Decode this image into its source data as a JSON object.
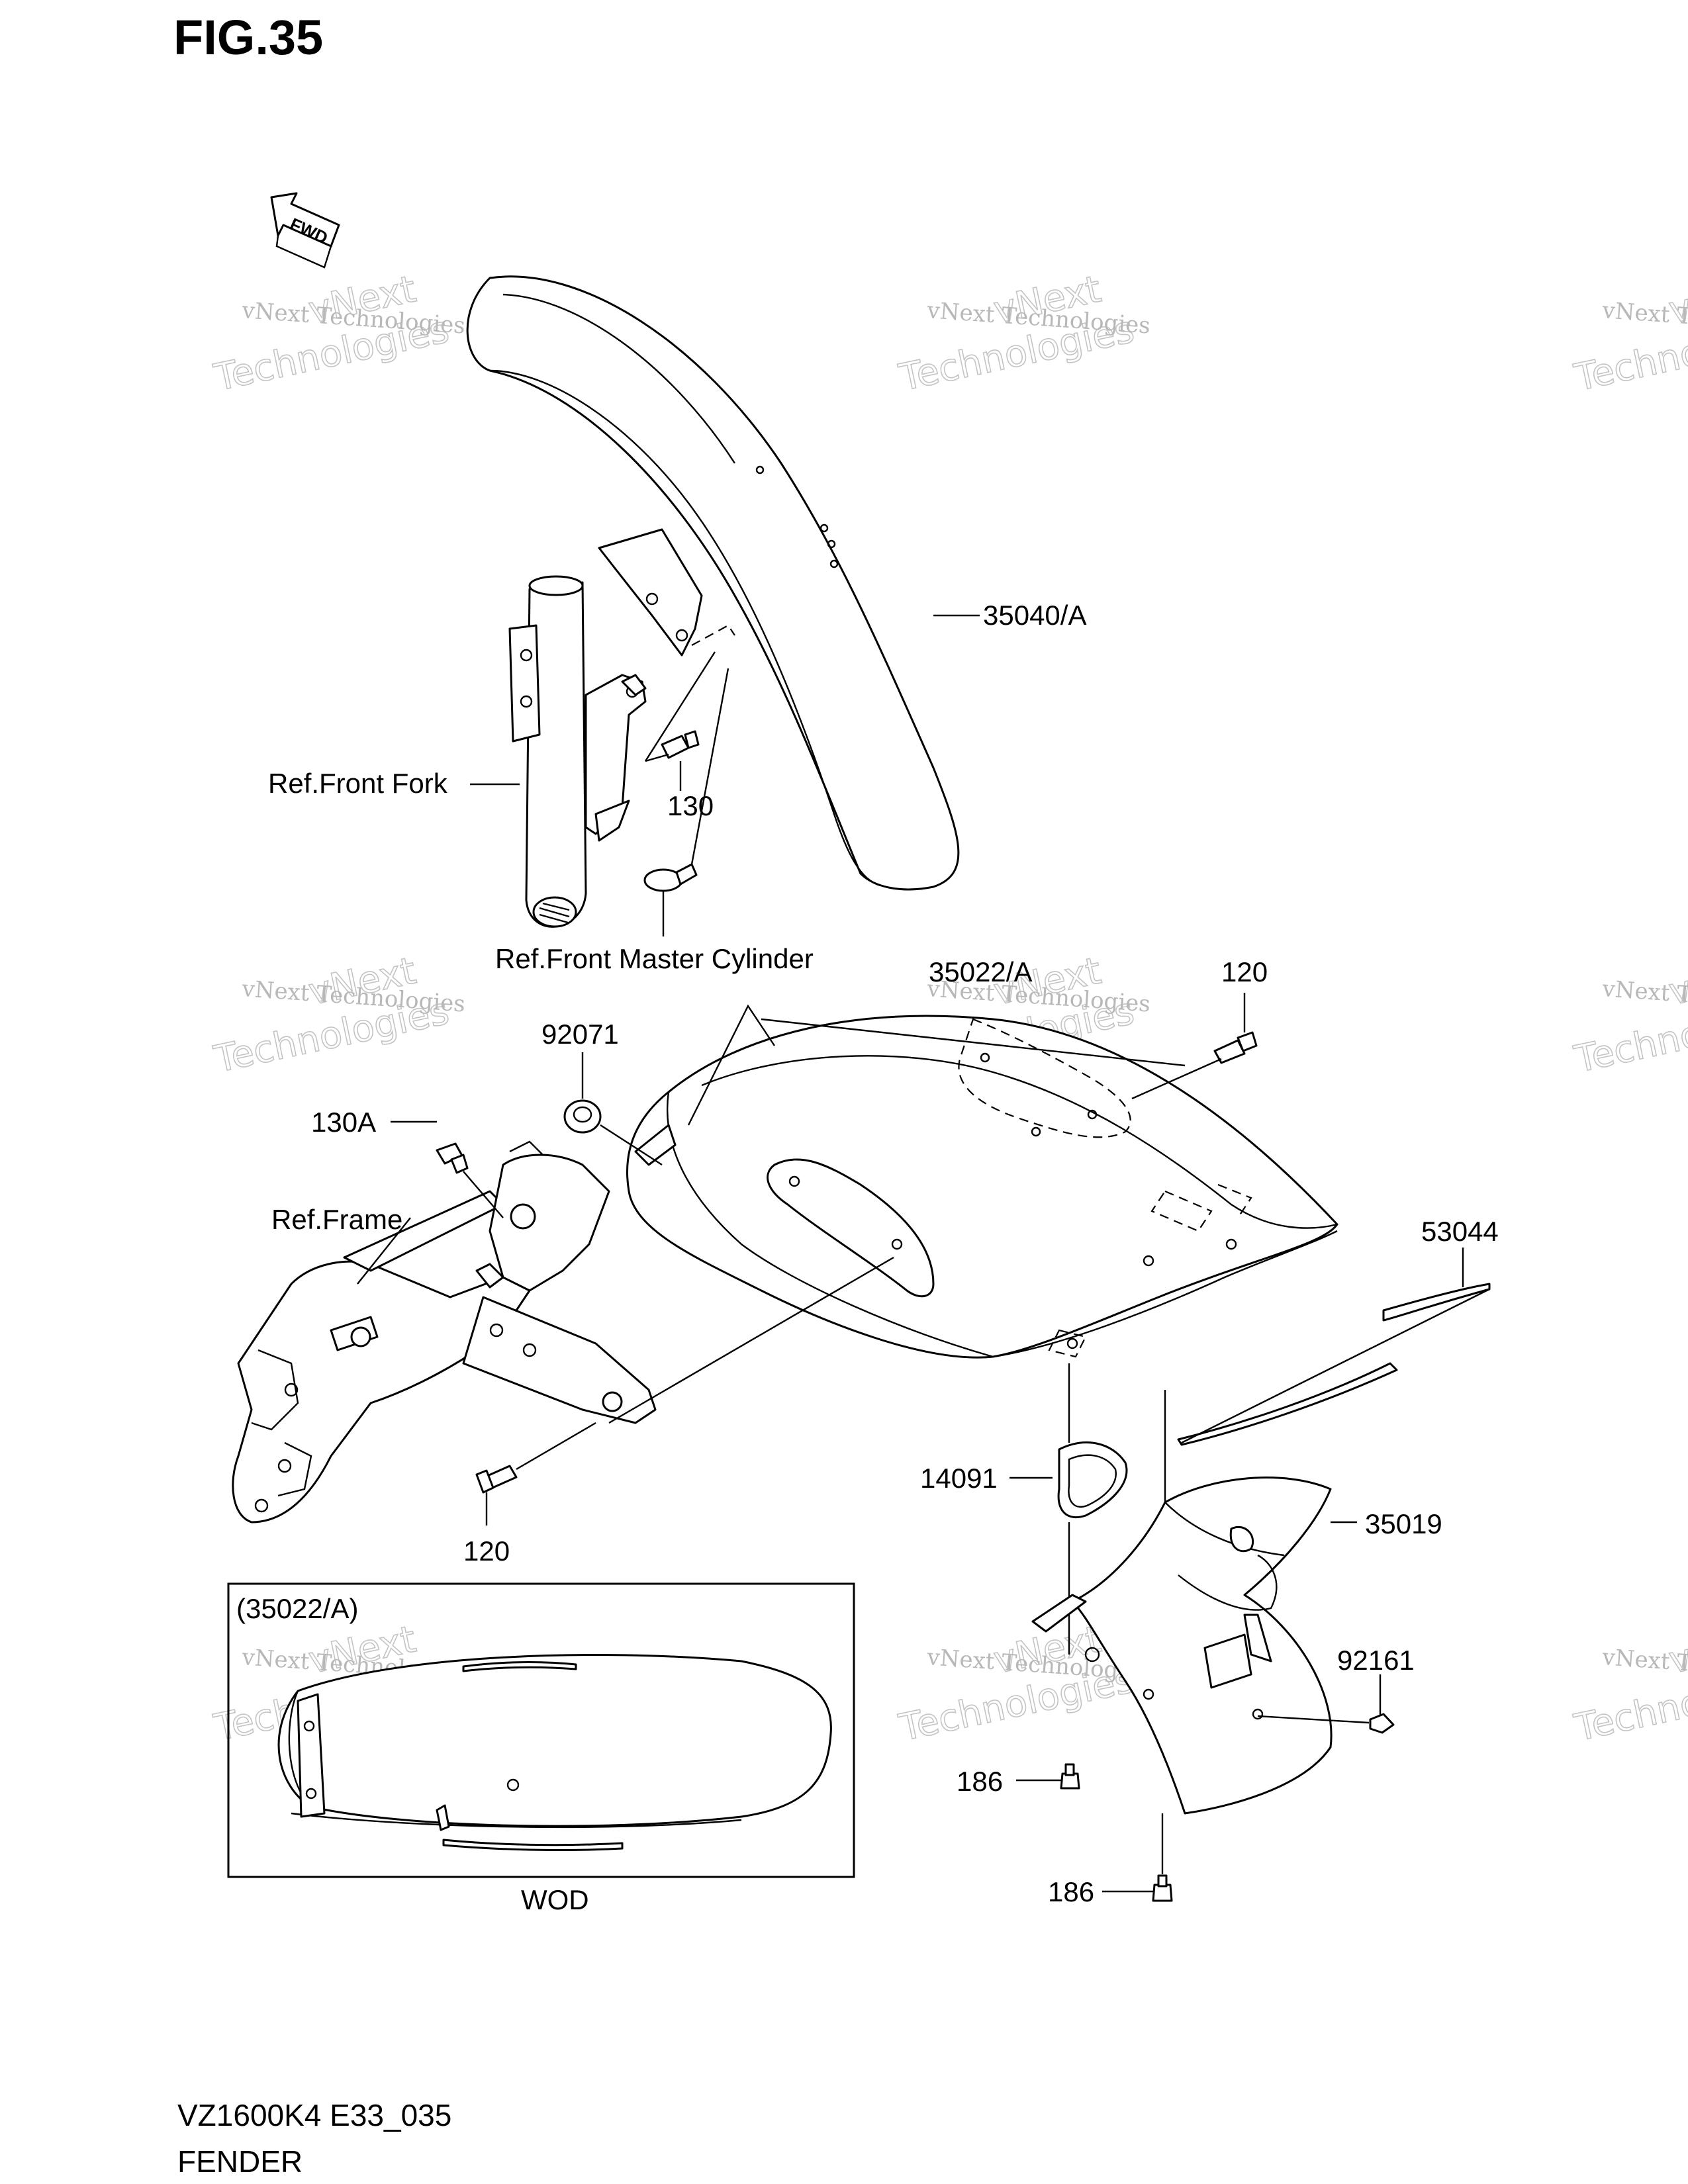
{
  "figure": {
    "title": "FIG.35",
    "fwd_label": "FWD"
  },
  "labels": {
    "front_fender": "35040/A",
    "ref_front_fork": "Ref.Front Fork",
    "bolt_130": "130",
    "ref_front_master_cylinder": "Ref.Front Master Cylinder",
    "rear_fender": "35022/A",
    "bolt_120_top": "120",
    "cushion_92071": "92071",
    "bolt_130a": "130A",
    "ref_frame": "Ref.Frame",
    "strip_53044": "53044",
    "seal_14091": "14091",
    "rear_fender_rear": "35019",
    "bolt_120_bottom": "120",
    "reflector_92161": "92161",
    "screw_186_upper": "186",
    "screw_186_lower": "186",
    "inset_title": "(35022/A)",
    "inset_caption": "WOD"
  },
  "watermark": {
    "line1": "vNext Technologies",
    "line2a": "vNext",
    "line2b": "Technologies"
  },
  "footer": {
    "model_code": "VZ1600K4 E33_035",
    "section": "FENDER"
  }
}
